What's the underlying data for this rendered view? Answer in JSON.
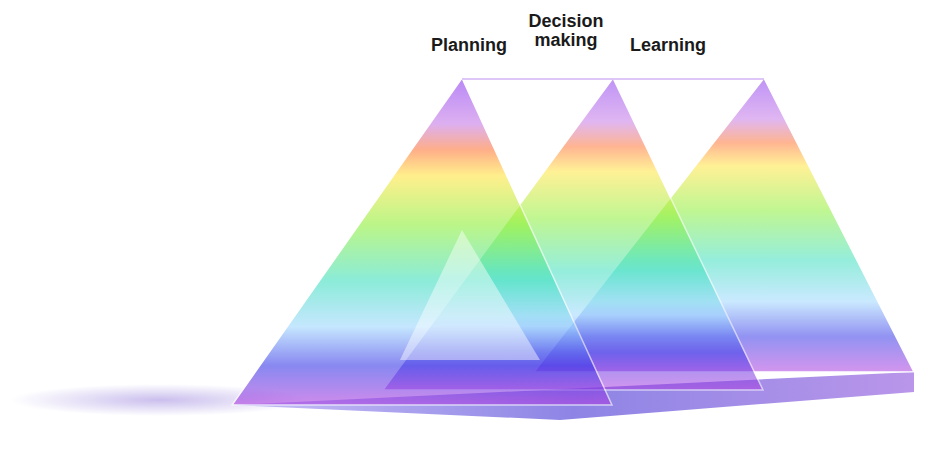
{
  "diagram": {
    "labels": [
      "Planning",
      "Decision making",
      "Learning"
    ]
  }
}
